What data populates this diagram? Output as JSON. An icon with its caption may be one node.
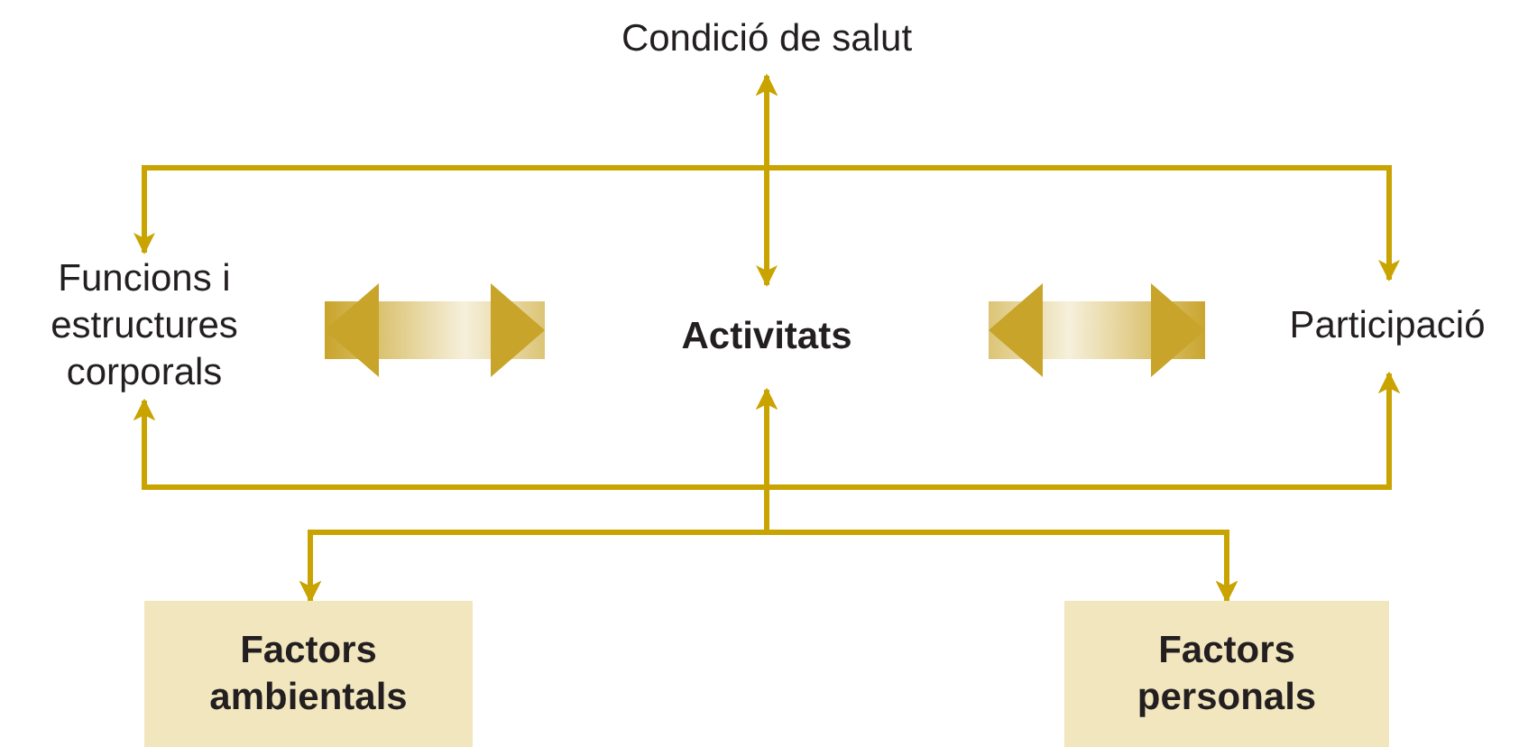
{
  "diagram": {
    "nodes": [
      {
        "text": [
          "Condició de salut"
        ]
      },
      {
        "text": [
          "Funcions i estructures corporals"
        ]
      },
      {
        "text": [
          "Activitats"
        ]
      },
      {
        "text": [
          "Participació"
        ]
      },
      {
        "text": [
          "Factors ambientals"
        ]
      },
      {
        "text": [
          "Factors personals"
        ]
      }
    ],
    "edges": [
      {
        "from": 0,
        "to": 2,
        "arrow": "both"
      },
      {
        "from": 0,
        "to": 1,
        "arrow": "both"
      },
      {
        "from": 0,
        "to": 3,
        "arrow": "both"
      },
      {
        "from": 1,
        "to": 2,
        "arrow": "both",
        "style": "thick"
      },
      {
        "from": 2,
        "to": 3,
        "arrow": "both",
        "style": "thick"
      },
      {
        "from": 4,
        "to": 1,
        "arrow": "both"
      },
      {
        "from": 4,
        "to": 2,
        "arrow": "both"
      },
      {
        "from": 4,
        "to": 3,
        "arrow": "both"
      },
      {
        "from": 5,
        "to": 1,
        "arrow": "both"
      },
      {
        "from": 5,
        "to": 2,
        "arrow": "both"
      },
      {
        "from": 5,
        "to": 3,
        "arrow": "both"
      }
    ]
  }
}
